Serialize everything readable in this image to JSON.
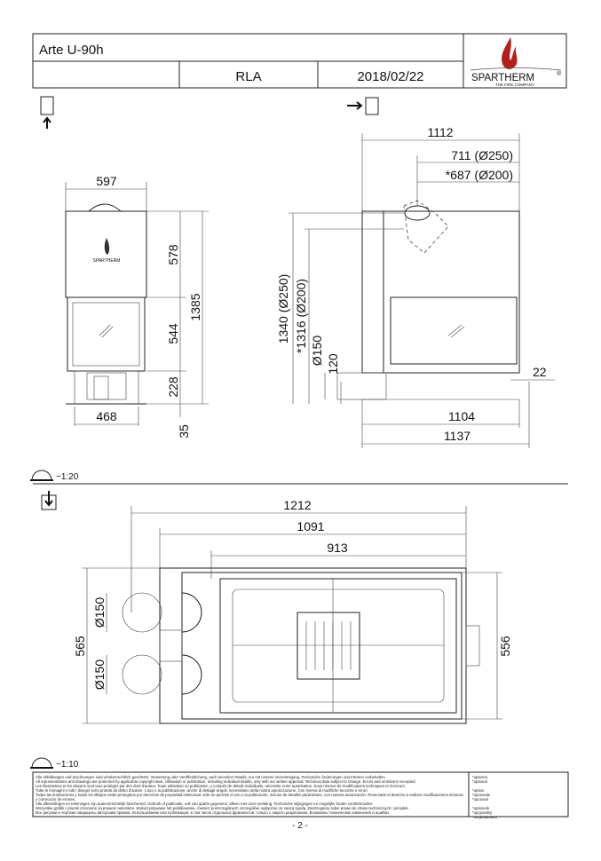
{
  "header": {
    "title": "Arte U-90h",
    "author": "RLA",
    "date": "2018/02/22",
    "brand": "SPARTHERM",
    "brand_mark": "®",
    "brand_tagline": "THE FIRE COMPANY"
  },
  "front_view": {
    "width_top": "597",
    "h_upper": "578",
    "h_total": "1385",
    "h_glass": "544",
    "h_base": "228",
    "width_bottom": "468",
    "foot": "35",
    "logo_text": "SPARTHERM"
  },
  "side_view": {
    "depth_total": "1112",
    "flue_250": "711 (Ø250)",
    "flue_200": "*687 (Ø200)",
    "h_250": "1340 (Ø250)",
    "h_200": "*1316 (Ø200)",
    "air": "Ø150",
    "air_h": "120",
    "offset": "22",
    "depth_base": "1104",
    "depth_floor": "1137"
  },
  "scale_1": "~1:20",
  "top_view": {
    "w1": "1212",
    "w2": "1091",
    "w3": "913",
    "depth": "565",
    "air1": "Ø150",
    "air2": "Ø150",
    "depth_inner": "556"
  },
  "scale_2": "~1:10",
  "footer": {
    "disclaimer": [
      "Alle Abbildungen und Zeichnungen sind urheberrechtlich geschützt. Verwertung oder Veröffentlichung, auch einzelner Details, nur mit unserer Genehmigung. Technische Änderungen und Irrtümer vorbehalten.",
      "All representations and drawings are protected by applicable copyright laws. Utilisation or publication, including individual details, only with our written approval. Technical data subject to change. Errors and omissions excepted.",
      "Les illustrations et les dessins sont tous protégés par des droit d'auteur. Toute utilisation ou publication, y compris de détails individuels, nécessite notre autorisation. Sous réserve de modifications techniques et d'erreurs.",
      "Tutte le immagini e tutti i disegni sono protetti da diritto d'autore. L'uso o la pubblicazione, anche di dettagli singoli, necessitano della nostra autorizzazione. Con riserva di modifiche tecniche e errori.",
      "Todas las ilustraciones y todos los dibujos están protegidos por derechos de propiedad intelectual. Sólo se permite el uso o la publicación, incluso de detalles particulares, con nuestra autorización. Reservado el derecho a realizar modificaciones técnicas y corrección de errores.",
      "Alle afbeeldingen en tekeningen zijn auteursrechtelijk beschermd. Gebruik of publicatie, ook van aparte gegevens, alleen met onze toelating. Technische wijzigingen en mogelijke fouten voorbehouden.",
      "Wszystkie grafiki i rysunki chronione są prawem autorskim. Wykorzystywanie lub publikowanie, również poszczególnych szczegółów, wyłącznie za naszą zgodą. Zastrzegamy sobie prawo do zmian technicznych i pomyłek.",
      "Все рисунки и чертежи защищены авторским правом. Использование или публикация, в том числе отдельных фрагментов, только с нашего разрешения. Возможны технические изменения и ошибки."
    ],
    "optional": [
      "*optional",
      "*optional",
      "",
      "*option",
      "*opzionale",
      "*opcional",
      "",
      "*optionele",
      "*opcjonalny",
      "*опционально"
    ],
    "page": "- 2 -"
  }
}
